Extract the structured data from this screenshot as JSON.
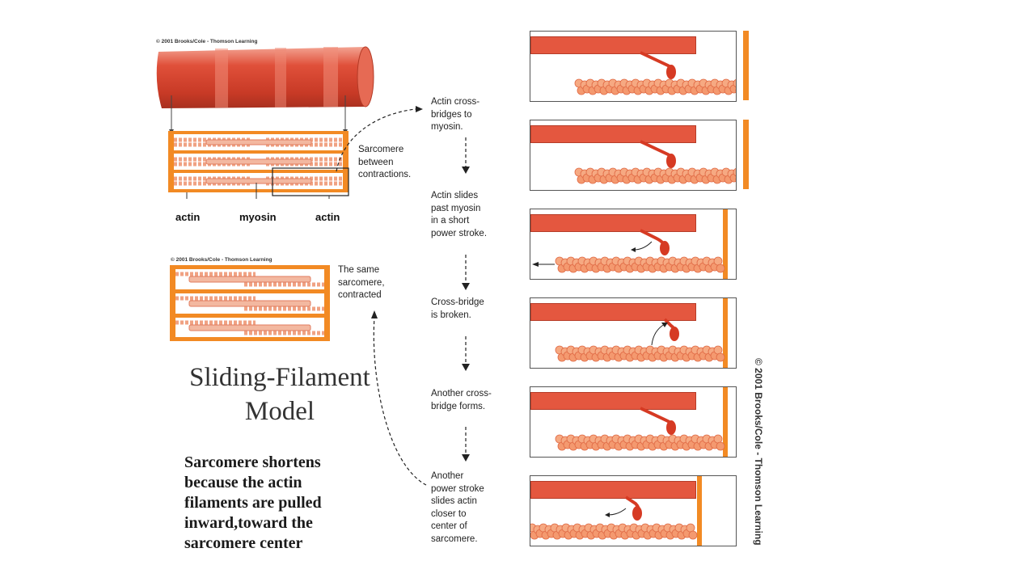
{
  "copyright_top": "© 2001 Brooks/Cole - Thomson Learning",
  "copyright_mid": "© 2001 Brooks/Cole - Thomson Learning",
  "copyright_vertical": "© 2001 Brooks/Cole - Thomson Learning",
  "sarcomere_label": "Sarcomere\nbetween\ncontractions.",
  "contracted_label": "The same\nsarcomere,\ncontracted",
  "filament_labels": {
    "actin_left": "actin",
    "myosin": "myosin",
    "actin_right": "actin"
  },
  "title": "Sliding-Filament\nModel",
  "body_text": "Sarcomere shortens\nbecause the actin\nfilaments are pulled\ninward,toward the\nsarcomere center",
  "steps": [
    "Actin cross-\nbridges to\nmyosin.",
    "Actin slides\npast myosin\nin a short\npower stroke.",
    "Cross-bridge\nis broken.",
    "Another cross-\nbridge forms.",
    "Another\npower stroke\nslides actin\ncloser to\ncenter of\nsarcomere."
  ],
  "colors": {
    "muscle": "#e0503a",
    "z_line": "#f28a24",
    "actin_bead": "#f6a982",
    "myosin": "#e4573f"
  }
}
